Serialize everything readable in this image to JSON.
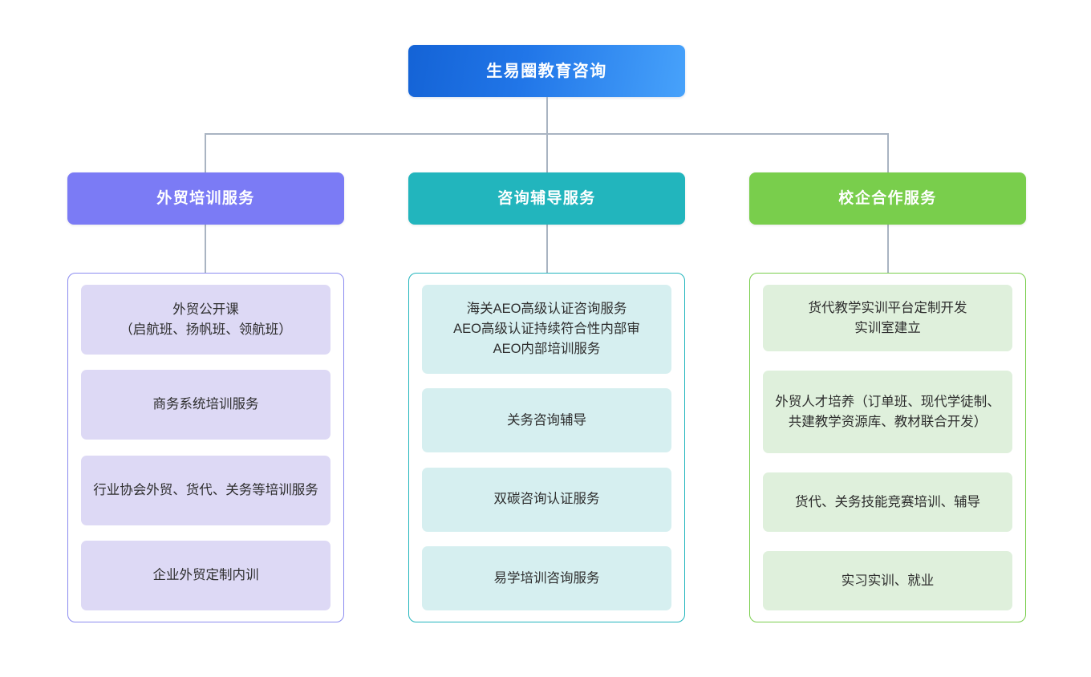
{
  "diagram": {
    "type": "organization-chart",
    "root": {
      "label": "生易圈教育咨询",
      "color": "#1463d6",
      "color_end": "#47a2fb"
    },
    "columns": [
      {
        "id": "waimao-peixun",
        "header": "外贸培训服务",
        "color": "#7b7bf5",
        "border_color": "#8b8bf0",
        "chip_color": "#ddd9f5",
        "items": [
          "外贸公开课\n（启航班、扬帆班、领航班）",
          "商务系统培训服务",
          "行业协会外贸、货代、关务等培训服务",
          "企业外贸定制内训"
        ]
      },
      {
        "id": "zixun-fudao",
        "header": "咨询辅导服务",
        "color": "#22b5bd",
        "border_color": "#22b5bd",
        "chip_color": "#d6eff0",
        "items": [
          "海关AEO高级认证咨询服务\nAEO高级认证持续符合性内部审\nAEO内部培训服务",
          "关务咨询辅导",
          "双碳咨询认证服务",
          "易学培训咨询服务"
        ]
      },
      {
        "id": "xiaoqi-hezuo",
        "header": "校企合作服务",
        "color": "#79ce4c",
        "border_color": "#79ce4c",
        "chip_color": "#dff0dc",
        "items": [
          "货代教学实训平台定制开发\n实训室建立",
          "外贸人才培养（订单班、现代学徒制、共建教学资源库、教材联合开发）",
          "货代、关务技能竞赛培训、辅导",
          "实习实训、就业"
        ]
      }
    ],
    "connector_color": "#a9b4c2"
  }
}
